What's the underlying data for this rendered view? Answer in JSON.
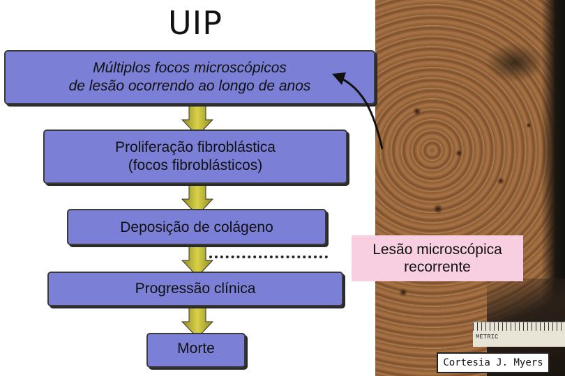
{
  "title": "UIP",
  "steps": [
    {
      "line1": "Múltiplos focos microscópicos",
      "line2": "de lesão ocorrendo ao longo de anos"
    },
    {
      "line1": "Proliferação fibroblástica",
      "line2": "(focos fibroblásticos)"
    },
    {
      "line1": "Deposição de colágeno"
    },
    {
      "line1": "Progressão clínica"
    },
    {
      "line1": "Morte"
    }
  ],
  "side_label": {
    "line1": "Lesão microscópica",
    "line2": "recorrente"
  },
  "credit": "Cortesia J. Myers",
  "ruler_label": "METRIC",
  "colors": {
    "box_fill": "#7b7fd6",
    "arrow_fill": "#c9c23a",
    "lesion_fill": "#f7cfe0"
  }
}
